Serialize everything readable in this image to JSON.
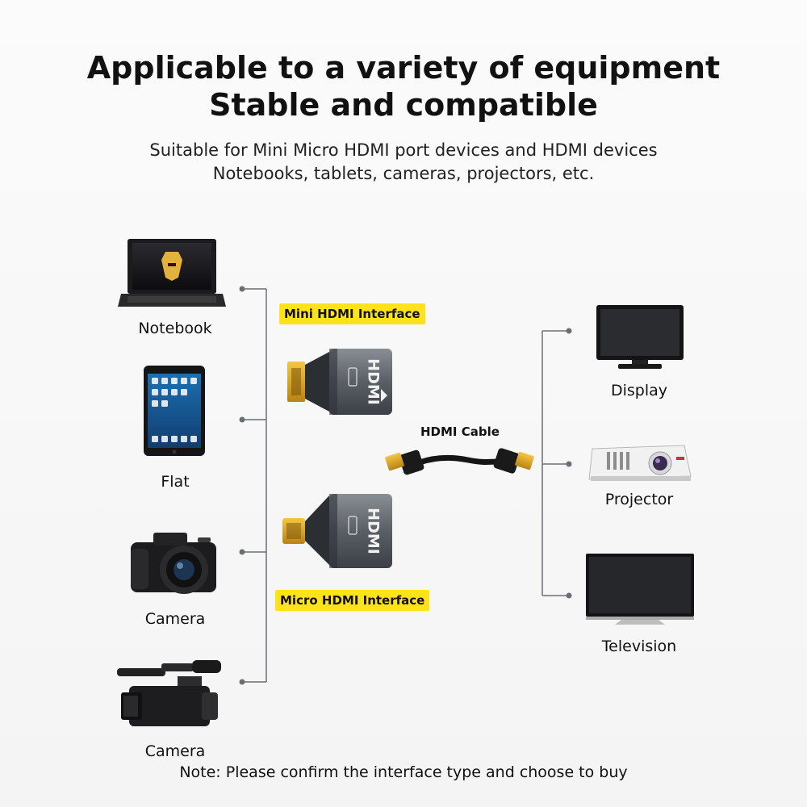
{
  "header": {
    "title_line1": "Applicable to a variety of equipment",
    "title_line2": "Stable and compatible",
    "subtitle_line1": "Suitable for Mini Micro HDMI port devices and HDMI devices",
    "subtitle_line2": "Notebooks, tablets, cameras, projectors, etc."
  },
  "left_devices": [
    {
      "label": "Notebook",
      "icon": "laptop-icon"
    },
    {
      "label": "Flat",
      "icon": "tablet-icon"
    },
    {
      "label": "Camera",
      "icon": "dslr-camera-icon"
    },
    {
      "label": "Camera",
      "icon": "camcorder-icon"
    }
  ],
  "right_devices": [
    {
      "label": "Display",
      "icon": "monitor-icon"
    },
    {
      "label": "Projector",
      "icon": "projector-icon"
    },
    {
      "label": "Television",
      "icon": "television-icon"
    }
  ],
  "adapters": {
    "mini_label": "Mini HDMI Interface",
    "micro_label": "Micro HDMI Interface",
    "adapter_text": "HDMI"
  },
  "cable": {
    "label": "HDMI Cable"
  },
  "footer": {
    "note": "Note: Please confirm the interface type and choose to buy"
  },
  "colors": {
    "badge": "#ffe21a",
    "connector_gold": "#d9a320",
    "adapter_gray": "#5c6168",
    "line": "#6a6f75"
  }
}
